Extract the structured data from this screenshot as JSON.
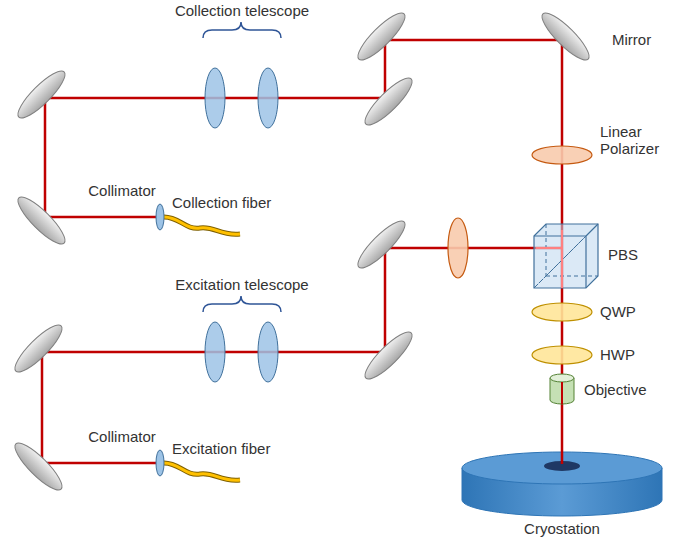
{
  "diagram": {
    "labels": [
      "Collection telescope",
      "Mirror",
      "Linear Polarizer",
      "Collimator",
      "Collection fiber",
      "PBS",
      "Excitation telescope",
      "QWP",
      "HWP",
      "Objective",
      "Collimator",
      "Excitation fiber",
      "Cryostation"
    ]
  }
}
